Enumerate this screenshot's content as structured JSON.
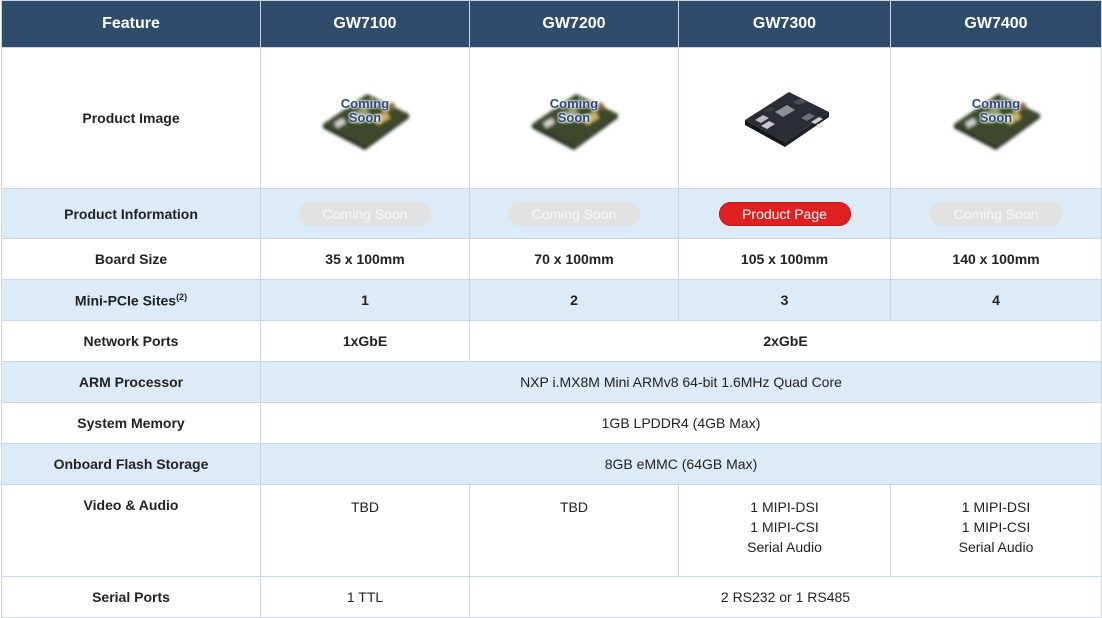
{
  "header": {
    "feature": "Feature",
    "models": [
      "GW7100",
      "GW7200",
      "GW7300",
      "GW7400"
    ]
  },
  "rows": {
    "product_image": {
      "label": "Product Image",
      "overlay_line1": "Coming",
      "overlay_line2": "Soon"
    },
    "product_information": {
      "label": "Product Information",
      "gw7100": "Coming Soon",
      "gw7200": "Coming Soon",
      "gw7300": "Product Page",
      "gw7400": "Coming Soon"
    },
    "board_size": {
      "label": "Board Size",
      "values": [
        "35 x 100mm",
        "70 x 100mm",
        "105 x 100mm",
        "140 x 100mm"
      ]
    },
    "minipcie_sites": {
      "label": "Mini-PCIe Sites",
      "footnote": "(2)",
      "values": [
        "1",
        "2",
        "3",
        "4"
      ]
    },
    "network_ports": {
      "label": "Network Ports",
      "gw7100": "1xGbE",
      "others": "2xGbE"
    },
    "arm_processor": {
      "label": "ARM Processor",
      "value": "NXP i.MX8M Mini ARMv8 64-bit 1.6MHz Quad Core"
    },
    "system_memory": {
      "label": "System Memory",
      "value": "1GB LPDDR4 (4GB Max)"
    },
    "flash_storage": {
      "label": "Onboard Flash Storage",
      "value": "8GB eMMC (64GB Max)"
    },
    "video_audio": {
      "label": "Video & Audio",
      "gw7100": "TBD",
      "gw7200": "TBD",
      "gw7300": [
        "1 MIPI-DSI",
        "1 MIPI-CSI",
        "Serial Audio"
      ],
      "gw7400": [
        "1 MIPI-DSI",
        "1 MIPI-CSI",
        "Serial Audio"
      ]
    },
    "serial_ports": {
      "label": "Serial Ports",
      "gw7100": "1 TTL",
      "others": "2 RS232 or 1 RS485"
    }
  },
  "colors": {
    "header_bg": "#2f4c6b",
    "alt_row_bg": "#dcebf7",
    "pill_active": "#e02020",
    "pill_disabled": "#e2e2e2"
  },
  "icons": [
    "board-image-blurred",
    "board-image-gw7300"
  ]
}
